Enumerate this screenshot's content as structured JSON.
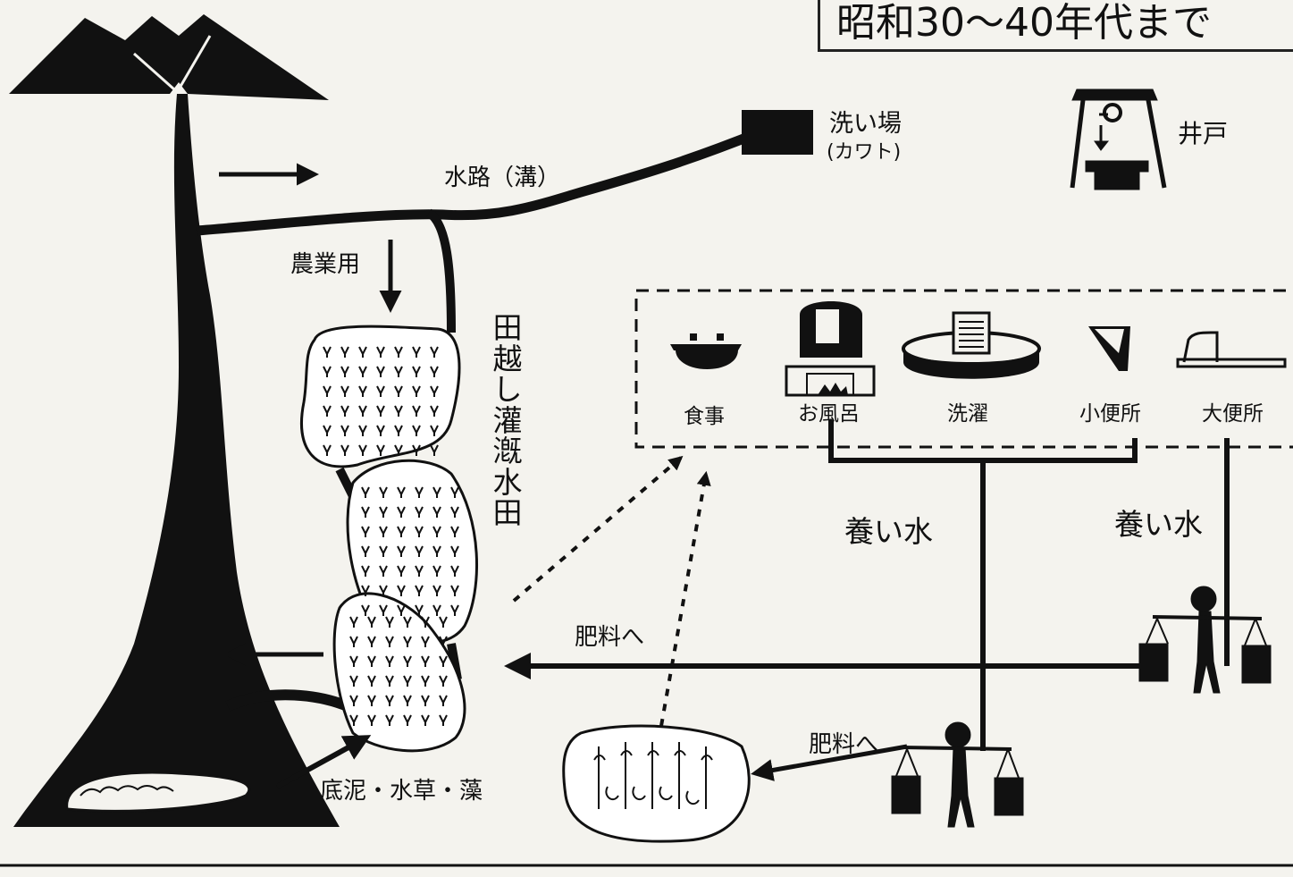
{
  "title": "昭和30〜40年代まで",
  "labels": {
    "waterway": "水路（溝）",
    "washing_place": "洗い場",
    "washing_place_sub": "(カワト)",
    "well": "井戸",
    "agriculture": "農業用",
    "terraced_paddy": "田越し灌漑水田",
    "meal": "食事",
    "bath": "お風呂",
    "laundry": "洗濯",
    "urinal": "小便所",
    "toilet": "大便所",
    "nourishing_water_1": "養い水",
    "nourishing_water_2": "養い水",
    "to_fertilizer_1": "肥料へ",
    "to_fertilizer_2": "肥料へ",
    "sediment": "底泥・水草・藻"
  },
  "colors": {
    "ink": "#111111",
    "paper": "#f4f3ee"
  },
  "icons": [
    "mountain-icon",
    "washing-place-icon",
    "well-icon",
    "pot-icon",
    "bath-icon",
    "washtub-icon",
    "urinal-icon",
    "toilet-icon",
    "carrier-figure-icon",
    "vegetable-field-icon",
    "pond-icon",
    "rice-paddy-icon"
  ]
}
